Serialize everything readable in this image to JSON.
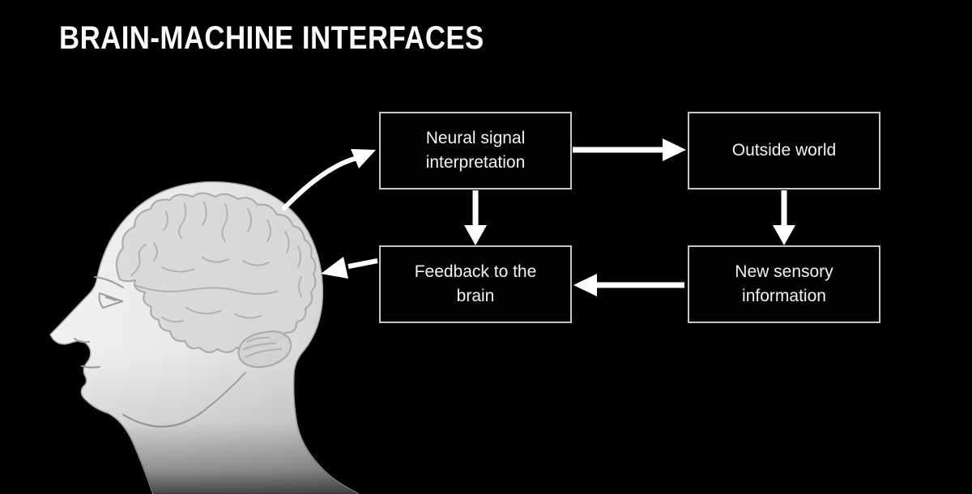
{
  "title": "BRAIN-MACHINE INTERFACES",
  "colors": {
    "background": "#000000",
    "title_text": "#fafafa",
    "box_border": "#c6c6c6",
    "box_background": "#020202",
    "box_text": "#f3f3f3",
    "arrow": "#ffffff",
    "head_fill_light": "#f2f2f2",
    "head_fill_dark": "#cccccc",
    "brain_line": "#acacac"
  },
  "diagram": {
    "illustration": "human-head-profile-with-brain",
    "nodes": [
      {
        "id": "neural-signal-interpretation",
        "label": "Neural signal interpretation"
      },
      {
        "id": "outside-world",
        "label": "Outside world"
      },
      {
        "id": "feedback-to-the-brain",
        "label": "Feedback to the brain"
      },
      {
        "id": "new-sensory-information",
        "label": "New sensory information"
      }
    ],
    "edges": [
      {
        "from": "brain",
        "to": "neural-signal-interpretation",
        "style": "curved"
      },
      {
        "from": "neural-signal-interpretation",
        "to": "outside-world",
        "style": "straight"
      },
      {
        "from": "neural-signal-interpretation",
        "to": "feedback-to-the-brain",
        "style": "straight"
      },
      {
        "from": "outside-world",
        "to": "new-sensory-information",
        "style": "straight"
      },
      {
        "from": "new-sensory-information",
        "to": "feedback-to-the-brain",
        "style": "straight"
      },
      {
        "from": "feedback-to-the-brain",
        "to": "brain",
        "style": "straight"
      }
    ]
  }
}
